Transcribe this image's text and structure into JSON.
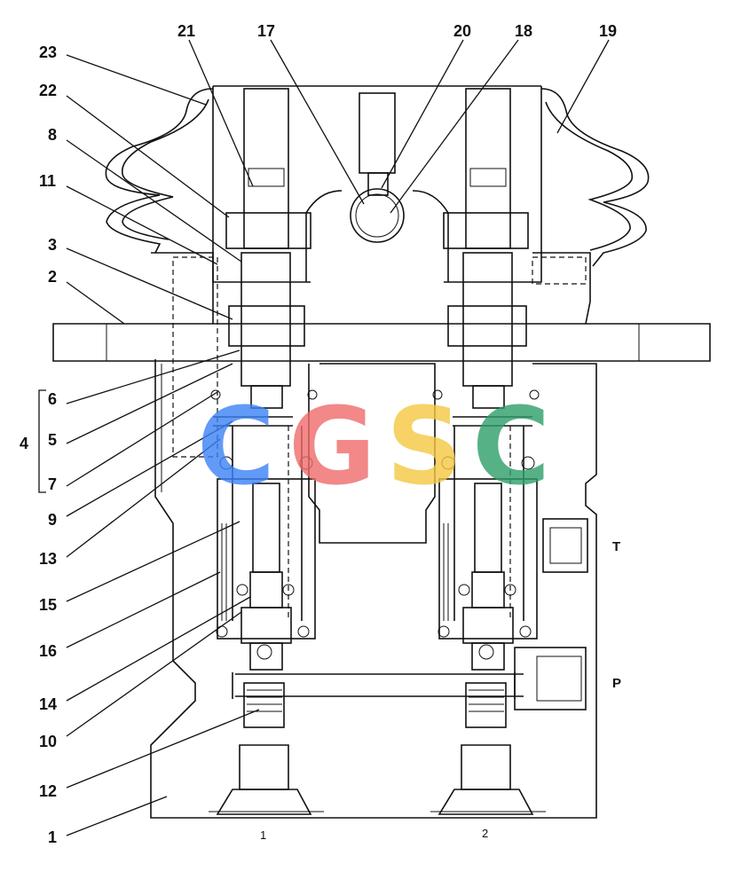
{
  "part_numbers": [
    "21",
    "17",
    "20",
    "18",
    "19",
    "23",
    "22",
    "8",
    "11",
    "3",
    "2",
    "6",
    "5",
    "7",
    "4",
    "9",
    "13",
    "15",
    "16",
    "14",
    "10",
    "12",
    "1"
  ],
  "ports": {
    "t": "T",
    "p": "P"
  },
  "spools": {
    "left": "1",
    "right": "2"
  },
  "watermark": {
    "letters": [
      "C",
      "G",
      "S",
      "C"
    ],
    "colors": [
      "#3b82f6",
      "#ef6b6b",
      "#f5c842",
      "#2e9e6a"
    ]
  }
}
